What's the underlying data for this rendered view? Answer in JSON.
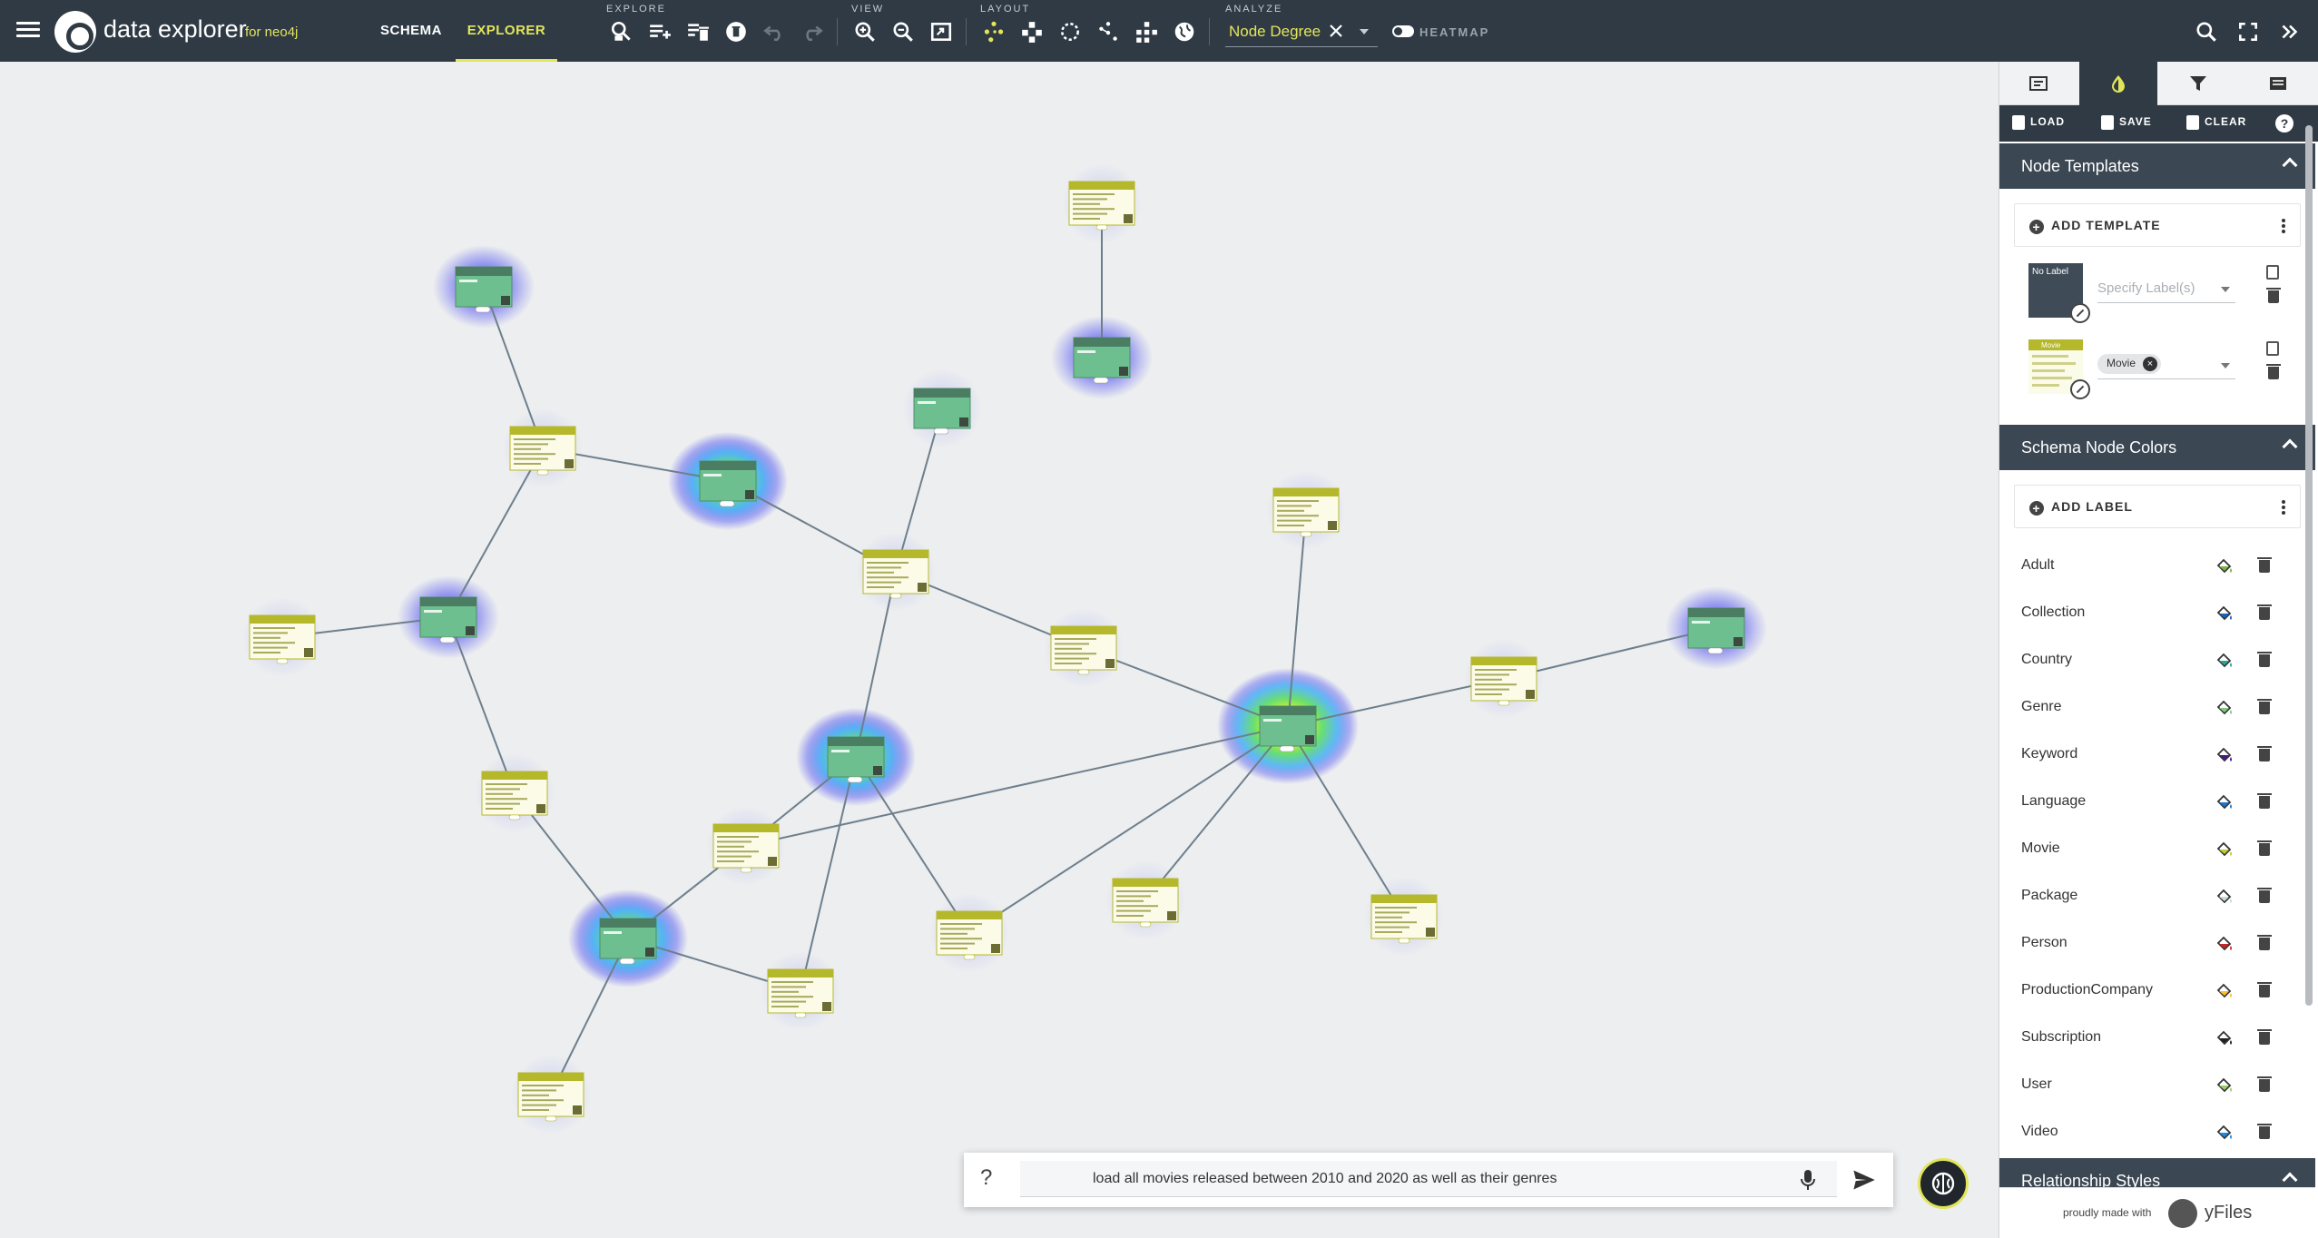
{
  "app": {
    "name": "data explorer",
    "subtitle": "for neo4j"
  },
  "nav": {
    "tabs": [
      {
        "label": "SCHEMA",
        "active": false
      },
      {
        "label": "EXPLORER",
        "active": true
      }
    ]
  },
  "toolbar": {
    "groups": {
      "explore": "EXPLORE",
      "view": "VIEW",
      "layout": "LAYOUT",
      "analyze": "ANALYZE"
    },
    "analyze_value": "Node Degree",
    "heatmap_label": "HEATMAP",
    "heatmap_on": true
  },
  "prompt": {
    "help": "?",
    "value": "load all movies released between 2010 and 2020 as well as their genres"
  },
  "panel": {
    "toolbar": {
      "load": "LOAD",
      "save": "SAVE",
      "clear": "CLEAR",
      "help": "?"
    },
    "node_templates": {
      "title": "Node Templates",
      "add_label": "ADD TEMPLATE",
      "templates": [
        {
          "thumb_label": "No Label",
          "placeholder": "Specify Label(s)"
        },
        {
          "thumb_label": "Movie",
          "chip": "Movie"
        }
      ]
    },
    "schema_colors": {
      "title": "Schema Node Colors",
      "add_label": "ADD LABEL",
      "labels": [
        {
          "name": "Adult",
          "color": "#7cb342"
        },
        {
          "name": "Collection",
          "color": "#1565c0"
        },
        {
          "name": "Country",
          "color": "#26a69a"
        },
        {
          "name": "Genre",
          "color": "#81c784"
        },
        {
          "name": "Keyword",
          "color": "#4a148c"
        },
        {
          "name": "Language",
          "color": "#1976d2"
        },
        {
          "name": "Movie",
          "color": "#c0ca33"
        },
        {
          "name": "Package",
          "color": "#cfd8dc"
        },
        {
          "name": "Person",
          "color": "#c62828"
        },
        {
          "name": "ProductionCompany",
          "color": "#fbc02d"
        },
        {
          "name": "Subscription",
          "color": "#212121"
        },
        {
          "name": "User",
          "color": "#9ccc65"
        },
        {
          "name": "Video",
          "color": "#1e88e5"
        }
      ]
    },
    "relationship_styles": {
      "title": "Relationship Styles"
    },
    "footer": {
      "text": "proudly made with",
      "brand": "yFiles"
    }
  },
  "colors": {
    "topbar": "#2f3a45",
    "accent": "#e2e55a",
    "genre_node": "#6dbf8f",
    "movie_node_header": "#b5b82a",
    "edge": "#6e7f8c"
  }
}
